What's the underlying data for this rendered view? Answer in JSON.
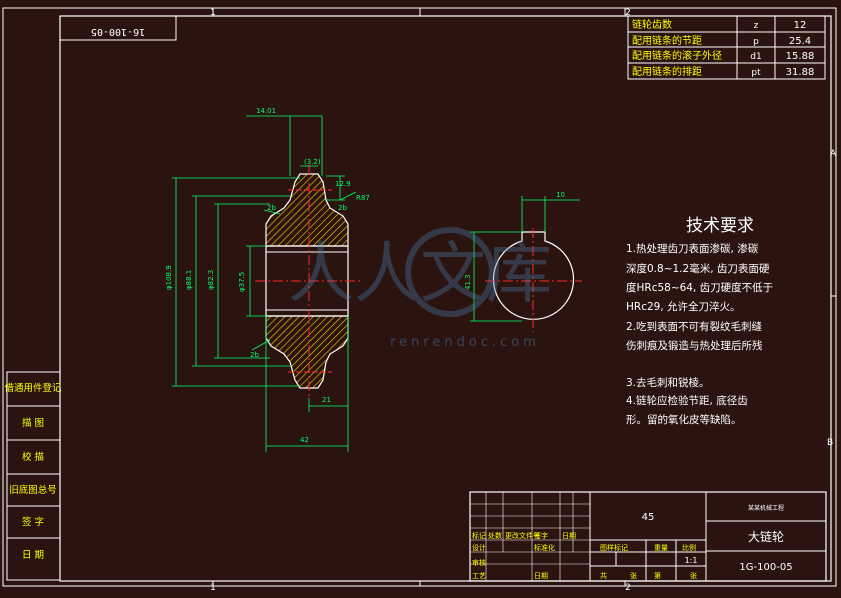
{
  "frame": {
    "top_zone_1": "1",
    "top_zone_2": "2",
    "bottom_zone_1": "1",
    "bottom_zone_2": "2",
    "side_zone_a": "A",
    "side_zone_b": "B",
    "mirrored_code": "16-100-05"
  },
  "param_table": {
    "rows": [
      {
        "label": "链轮齿数",
        "symbol": "z",
        "value": "12"
      },
      {
        "label": "配用链条的节距",
        "symbol": "p",
        "value": "25.4"
      },
      {
        "label": "配用链条的滚子外径",
        "symbol": "d1",
        "value": "15.88"
      },
      {
        "label": "配用链条的排距",
        "symbol": "pt",
        "value": "31.88"
      }
    ]
  },
  "dims": {
    "top_width": "14.01",
    "chamfer": "(3.2)",
    "tooth_h": "12.9",
    "r_label": "R87",
    "small_1": "2b",
    "small_2": "2b",
    "d_outer": "φ108.9",
    "d_root": "φ88.1",
    "d_mid": "φ82.3",
    "d_bore": "φ37.5",
    "side_a": "2b",
    "hub_w": "21",
    "total_w": "42",
    "key_w": "10",
    "key_h": "41.3"
  },
  "tech": {
    "title": "技术要求",
    "lines": [
      "1.热处理齿刀表面渗碳, 渗碳",
      "深度0.8~1.2毫米, 齿刀表面硬",
      "度HRc58~64, 齿刀硬度不低于",
      "HRc29, 允许全刀淬火。",
      "2.吃到表面不可有裂纹毛刺缝",
      "伤刺痕及锻造与热处理后所残",
      "",
      "3.去毛刺和锐棱。",
      "4.链轮应检验节距, 底径齿",
      "形。留的氧化皮等缺陷。"
    ]
  },
  "watermark": {
    "text": "人人文库",
    "url": "renrendoc.com"
  },
  "left_strip": {
    "items": [
      "借通用件登记",
      "描 图",
      "校 描",
      "旧底图总号",
      "签 字",
      "日 期"
    ]
  },
  "title_block": {
    "material": "45",
    "school": "某某机械工程",
    "part_name": "大链轮",
    "drawing_no": "1G-100-05",
    "scale_label": "比例",
    "weight_label": "重量",
    "stage_label": "图样标记",
    "scale": "1:1",
    "sheets_total": "共",
    "sheet_label": "张",
    "sheet_no": "第",
    "sheet_label2": "张",
    "row_labels": [
      "标记",
      "处数",
      "更改文件号",
      "签字",
      "日期"
    ],
    "bottom_labels": [
      "设计",
      "标准化",
      "审核",
      "工艺",
      "日期"
    ]
  },
  "colors": {
    "background": "#2b1410",
    "frame": "#ffffff",
    "dimension": "#00ff66",
    "centerline": "#ff2a2a",
    "hatch": "#ffd400",
    "table_text": "#ffff00"
  }
}
